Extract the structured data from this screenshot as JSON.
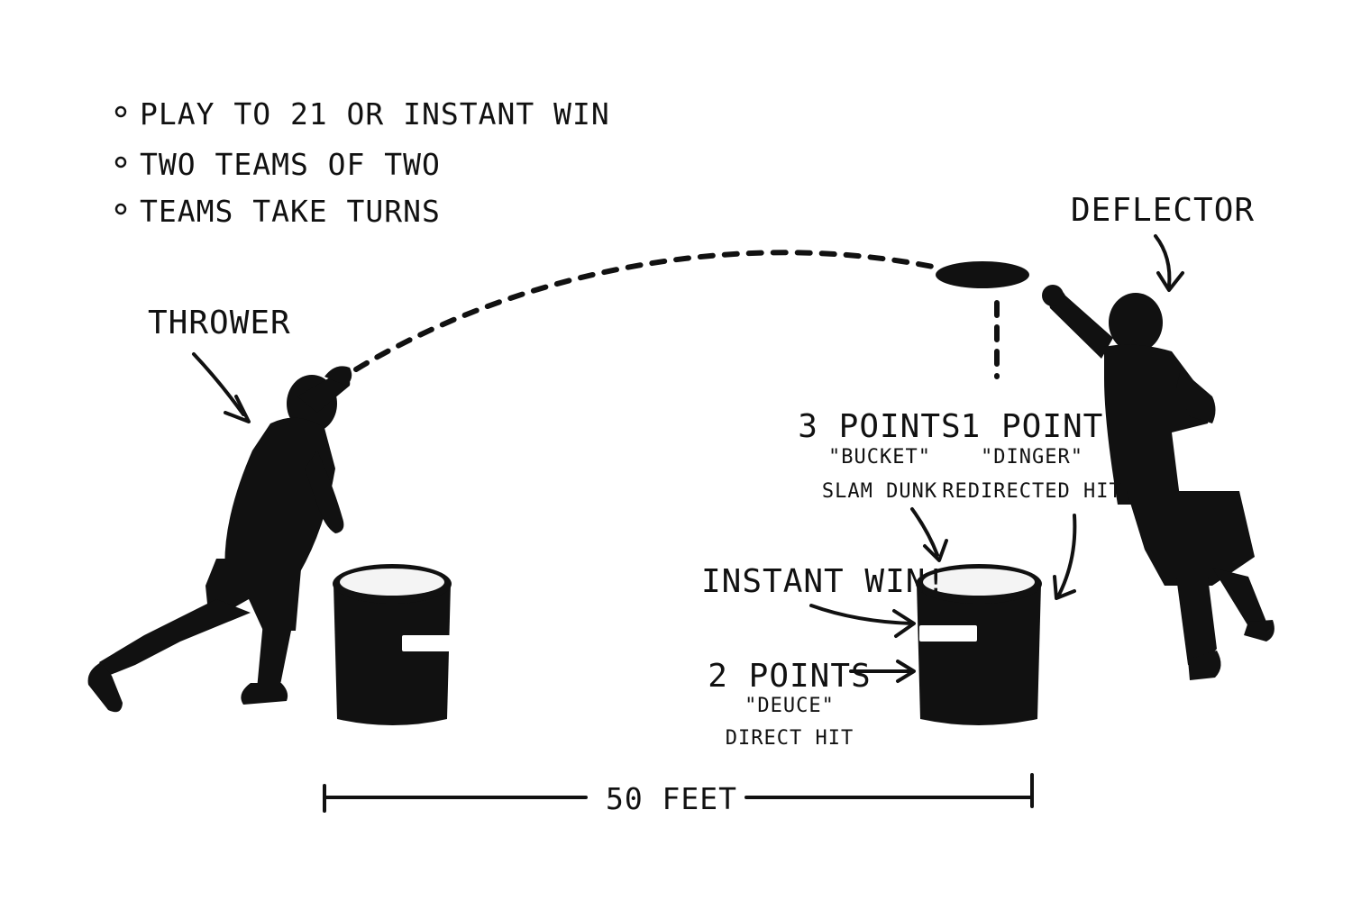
{
  "rules": [
    "PLAY TO 21 OR INSTANT WIN",
    "TWO TEAMS OF TWO",
    "TEAMS TAKE TURNS"
  ],
  "labels": {
    "thrower": "THROWER",
    "deflector": "DEFLECTOR",
    "instant_win": "INSTANT WIN!",
    "distance": "50 FEET"
  },
  "scoring": {
    "three": {
      "title": "3 POINTS",
      "nickname": "\"BUCKET\"",
      "desc": "SLAM DUNK"
    },
    "one": {
      "title": "1 POINT",
      "nickname": "\"DINGER\"",
      "desc": "REDIRECTED HIT"
    },
    "two": {
      "title": "2 POINTS",
      "nickname": "\"DEUCE\"",
      "desc": "DIRECT HIT"
    }
  },
  "colors": {
    "ink": "#111111",
    "background": "#ffffff",
    "bucket_top": "#f4f4f4"
  },
  "icons": [
    "thrower-silhouette",
    "deflector-silhouette",
    "bucket-icon",
    "frisbee-icon"
  ]
}
